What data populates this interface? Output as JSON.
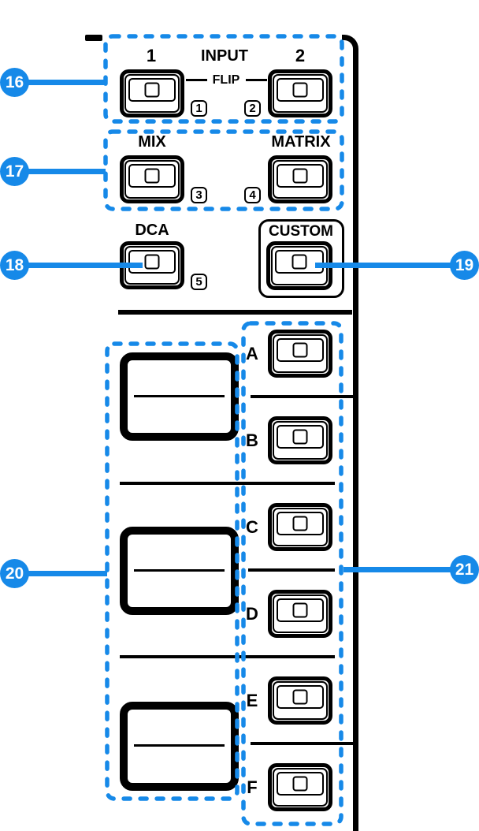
{
  "accent_color": "#1689E8",
  "callouts": {
    "c16": "16",
    "c17": "17",
    "c18": "18",
    "c19": "19",
    "c20": "20",
    "c21": "21"
  },
  "input_section": {
    "title": "INPUT",
    "button1": "1",
    "button2": "2",
    "flip": "FLIP",
    "tag1": "1",
    "tag2": "2"
  },
  "bus_section": {
    "mix": "MIX",
    "matrix": "MATRIX",
    "tag3": "3",
    "tag4": "4"
  },
  "dca_section": {
    "label": "DCA",
    "tag5": "5"
  },
  "custom_section": {
    "label": "CUSTOM"
  },
  "banks": {
    "labels": [
      "A",
      "B",
      "C",
      "D",
      "E",
      "F"
    ]
  }
}
